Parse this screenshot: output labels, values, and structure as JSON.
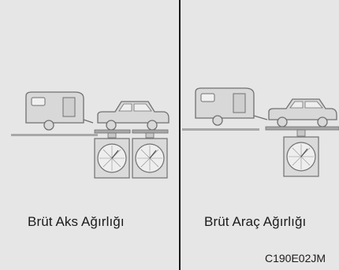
{
  "panels": [
    {
      "caption": "Brüt Aks Ağırlığı"
    },
    {
      "caption": "Brüt Araç Ağırlığı"
    }
  ],
  "figure_code": "C190E02JM",
  "colors": {
    "background": "#e6e6e6",
    "vehicle_fill": "#d8d8d8",
    "outline": "#707070",
    "ground": "#a8a8a8",
    "text": "#1b1b1b"
  },
  "icons": [
    "caravan-trailer-icon",
    "car-icon",
    "weighing-scale-icon"
  ]
}
